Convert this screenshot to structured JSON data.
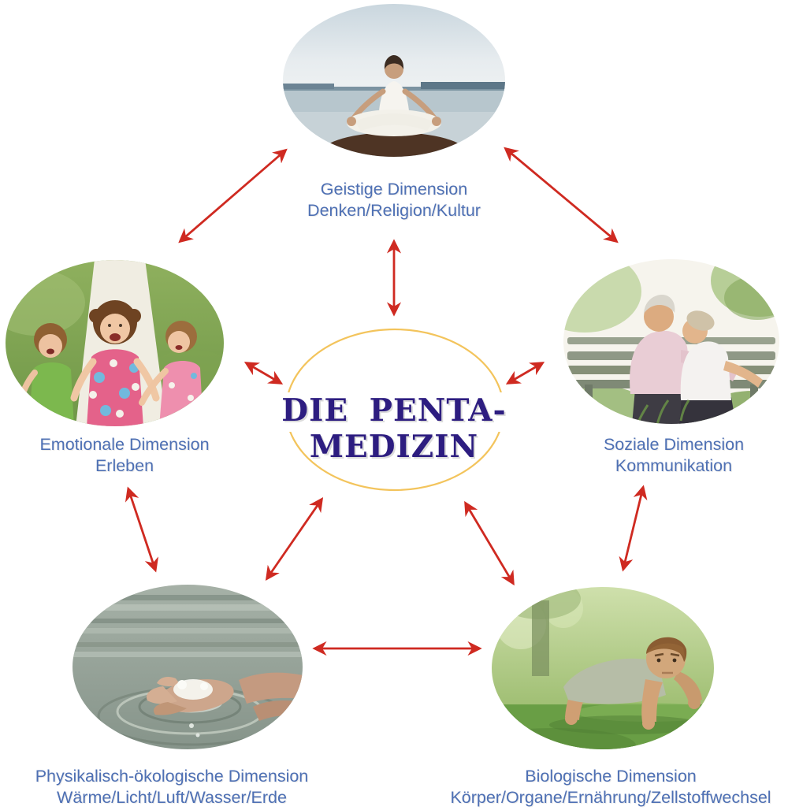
{
  "title": "DIE PENTA-MEDIZIN",
  "nodes": {
    "geistige": {
      "line1": "Geistige Dimension",
      "line2": "Denken/Religion/Kultur",
      "photo": "meditating-woman"
    },
    "emotionale": {
      "line1": "Emotionale Dimension",
      "line2": "Erleben",
      "photo": "laughing-children"
    },
    "soziale": {
      "line1": "Soziale Dimension",
      "line2": "Kommunikation",
      "photo": "senior-couple-on-bench"
    },
    "physikalisch": {
      "line1": "Physikalisch-ökologische Dimension",
      "line2": "Wärme/Licht/Luft/Wasser/Erde",
      "photo": "hands-scooping-water"
    },
    "biologische": {
      "line1": "Biologische Dimension",
      "line2": "Körper/Organe/Ernährung/Zellstoffwechsel",
      "photo": "man-doing-pushups"
    }
  },
  "colors": {
    "arrow_red": "#cf2a21",
    "ellipse_gold": "#f3c45c",
    "title_indigo": "#2d1d80",
    "label_blue": "#4e70b4",
    "background": "#ffffff"
  }
}
